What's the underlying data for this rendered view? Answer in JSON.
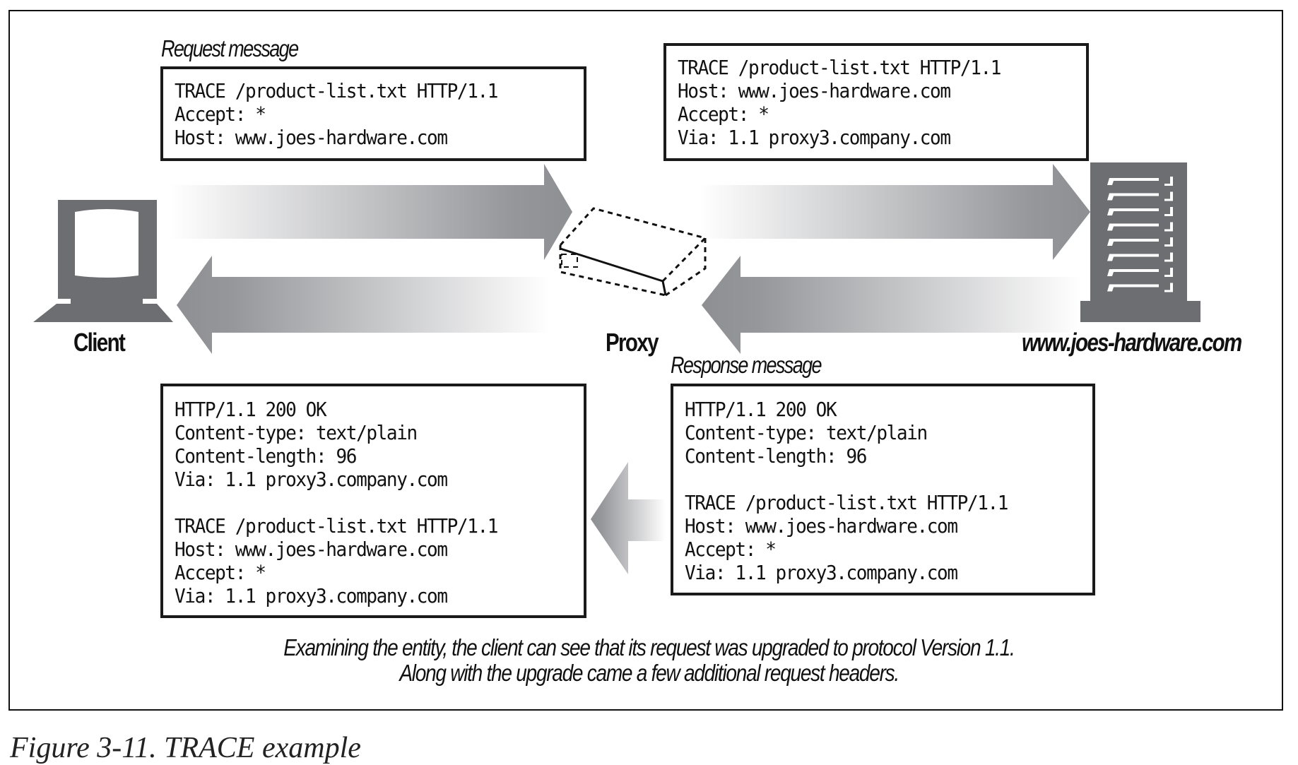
{
  "diagram": {
    "nodes": {
      "client": {
        "label": "Client",
        "icon": "desktop-computer-icon"
      },
      "proxy": {
        "label": "Proxy",
        "icon": "proxy-box-icon"
      },
      "server": {
        "label": "www.joes-hardware.com",
        "icon": "server-tower-icon"
      }
    },
    "labels": {
      "request": "Request message",
      "response": "Response message"
    },
    "messages": {
      "client_request": [
        "TRACE /product-list.txt HTTP/1.1",
        "Accept: *",
        "Host: www.joes-hardware.com"
      ],
      "proxy_request": [
        "TRACE /product-list.txt HTTP/1.1",
        "Host: www.joes-hardware.com",
        "Accept: *",
        "Via: 1.1 proxy3.company.com"
      ],
      "server_response": [
        "HTTP/1.1 200 OK",
        "Content-type: text/plain",
        "Content-length: 96",
        "",
        "TRACE /product-list.txt HTTP/1.1",
        "Host: www.joes-hardware.com",
        "Accept: *",
        "Via: 1.1 proxy3.company.com"
      ],
      "client_received": [
        "HTTP/1.1 200 OK",
        "Content-type: text/plain",
        "Content-length: 96",
        "Via: 1.1 proxy3.company.com",
        "",
        "TRACE /product-list.txt HTTP/1.1",
        "Host: www.joes-hardware.com",
        "Accept: *",
        "Via: 1.1 proxy3.company.com"
      ]
    },
    "caption_lines": [
      "Examining the entity, the client can see that its request was upgraded to protocol Version 1.1.",
      "Along with the upgrade came a few additional request headers."
    ],
    "figure_caption": "Figure 3-11. TRACE example",
    "colors": {
      "arrow_dark": "#8e8f93",
      "arrow_light": "#ffffff",
      "icon_gray": "#6d6e71",
      "border": "#1a1a1a"
    }
  }
}
